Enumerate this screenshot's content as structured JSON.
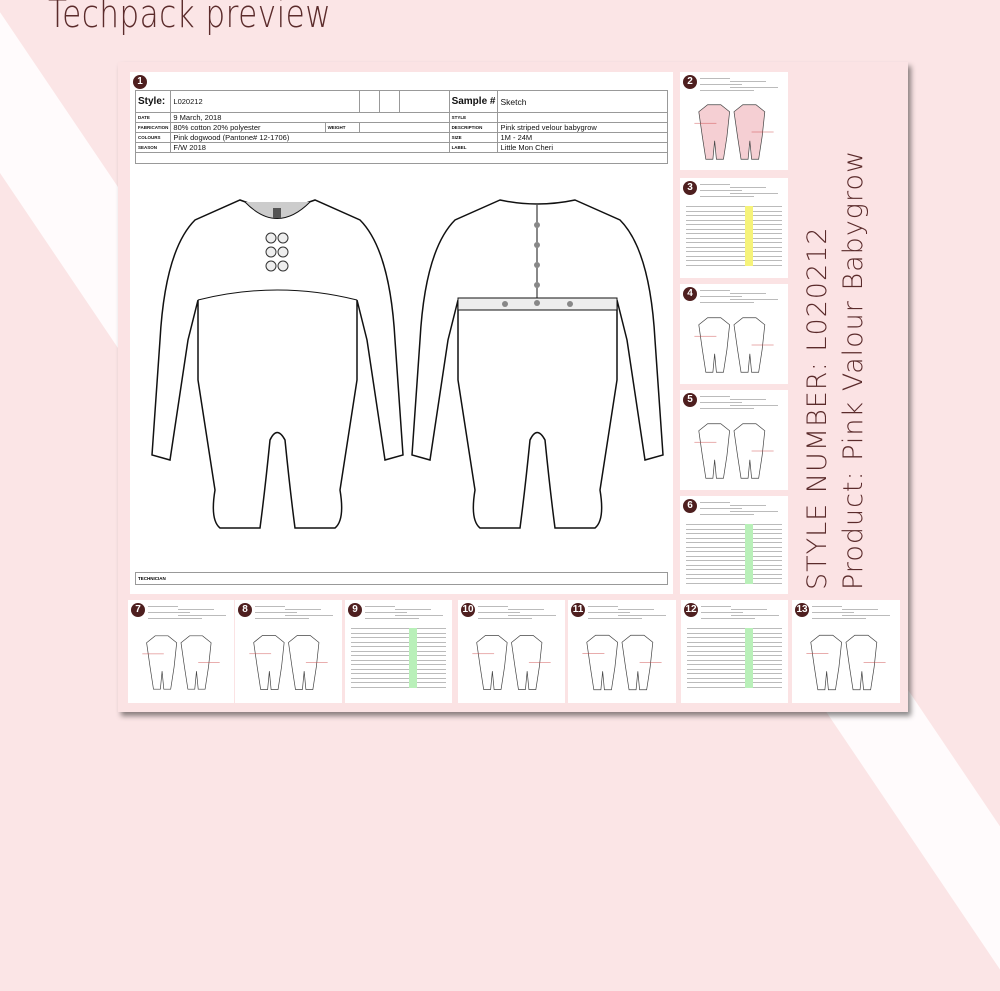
{
  "title": "Techpack preview",
  "sidebar_text": {
    "style_number": "STYLE NUMBER: L020212",
    "product": "Product: Pink Valour Babygrow"
  },
  "colors": {
    "accent": "#5b2b2b",
    "background": "#fbe5e6",
    "badge": "#4e1f1f"
  },
  "main_page": {
    "badge": "1",
    "style_label": "Style:",
    "style_value": "L020212",
    "sample_label": "Sample #",
    "sample_value": "Sketch",
    "rows": [
      {
        "label": "DATE",
        "value": "9 March, 2018",
        "label2": "STYLE",
        "value2": ""
      },
      {
        "label": "FABRICATION",
        "value": "80% cotton 20% polyester",
        "extra": "WEIGHT",
        "label2": "DESCRIPTION",
        "value2": "Pink striped velour babygrow"
      },
      {
        "label": "COLOURS",
        "value": "Pink dogwood (Pantone# 12-1706)",
        "label2": "SIZE",
        "value2": "1M - 24M"
      },
      {
        "label": "SEASON",
        "value": "F/W 2018",
        "label2": "LABEL",
        "value2": "Little Mon Cheri"
      }
    ],
    "technician_label": "TECHNICIAN"
  },
  "thumbnails": [
    "2",
    "3",
    "4",
    "5",
    "6",
    "7",
    "8",
    "9",
    "10",
    "11",
    "12",
    "13"
  ]
}
